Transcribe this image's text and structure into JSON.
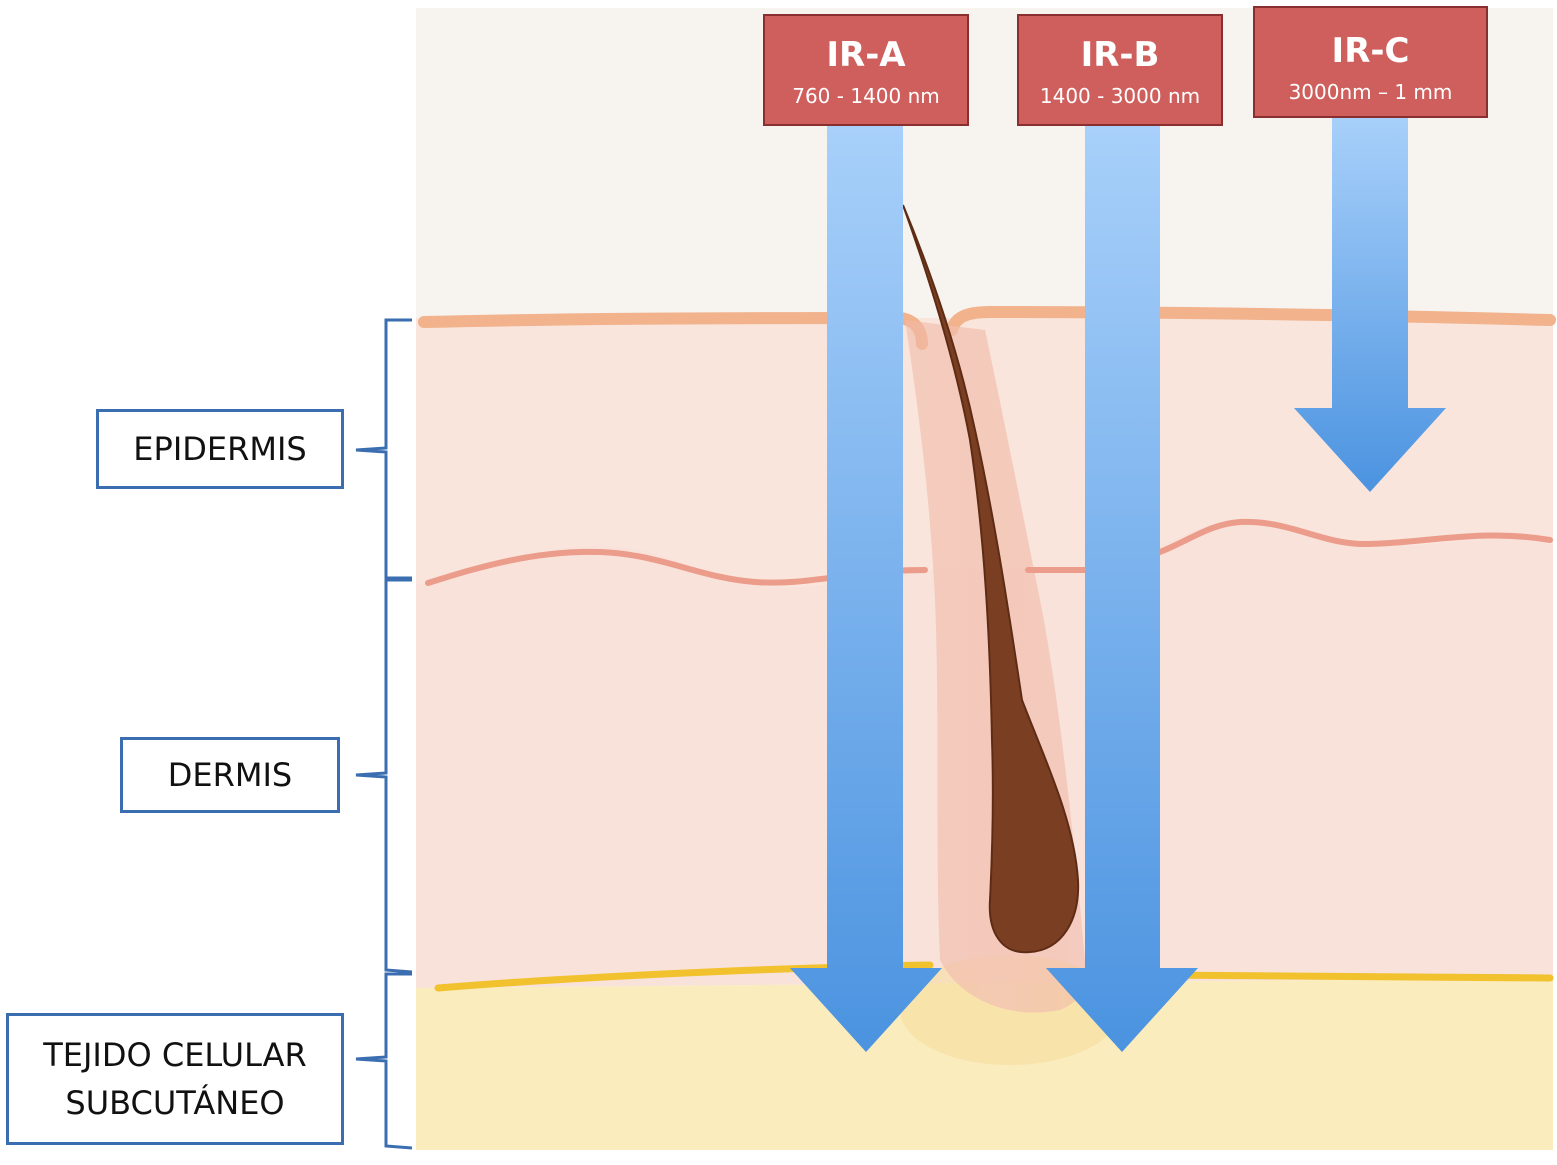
{
  "layers": {
    "epidermis": "EPIDERMIS",
    "dermis": "DERMIS",
    "subcutaneous_line1": "TEJIDO CELULAR",
    "subcutaneous_line2": "SUBCUTÁNEO"
  },
  "radiation": [
    {
      "name": "IR-A",
      "range": "760 - 1400 nm"
    },
    {
      "name": "IR-B",
      "range": "1400 - 3000 nm"
    },
    {
      "name": "IR-C",
      "range": "3000nm – 1 mm"
    }
  ],
  "colors": {
    "ir_box": "#cf5f5d",
    "arrow": "#4f96e0",
    "bracket": "#3a6eb0",
    "hair": "#7a3f22",
    "fat_layer": "#faecbc"
  }
}
